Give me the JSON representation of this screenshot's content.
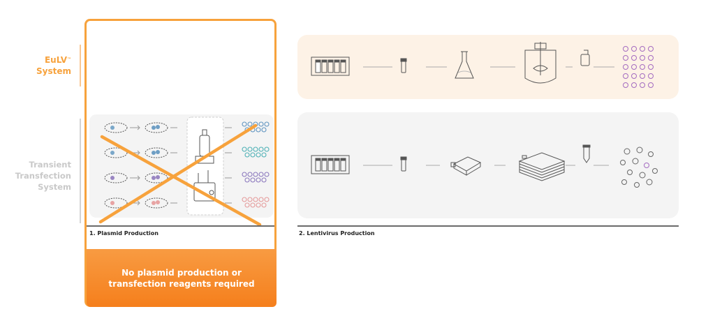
{
  "rows": {
    "eulv": {
      "label_main": "EuLV",
      "label_mark": "™",
      "label_line2": "System"
    },
    "transient": {
      "label": "Transient\nTransfection\nSystem"
    }
  },
  "steps": {
    "plasmid": {
      "label": "1.  Plasmid Production"
    },
    "lentivirus": {
      "label": "2.  Lentivirus Production"
    }
  },
  "note": {
    "text": "No plasmid production or\ntransfection reagents required"
  },
  "colors": {
    "accent": "#f7a23c",
    "note_fill": "#f68a2a",
    "eulv_panel": "#fdf2e6",
    "grey_panel": "#f4f4f4",
    "cross": "#f7a23c"
  },
  "icons": {
    "plasmid_panel": [
      "bacteria-icon",
      "arrow-icon",
      "fermenter-icon",
      "plasmid-cluster-icon",
      "cross-out-icon"
    ],
    "eulv_row": [
      "cell-bank-icon",
      "vial-icon",
      "flask-icon",
      "bioreactor-icon",
      "filter-icon",
      "virus-cluster-icon"
    ],
    "tt_row": [
      "cell-bank-icon",
      "vial-icon",
      "t-flask-icon",
      "cell-stack-icon",
      "tube-icon",
      "virus-mix-icon"
    ]
  }
}
